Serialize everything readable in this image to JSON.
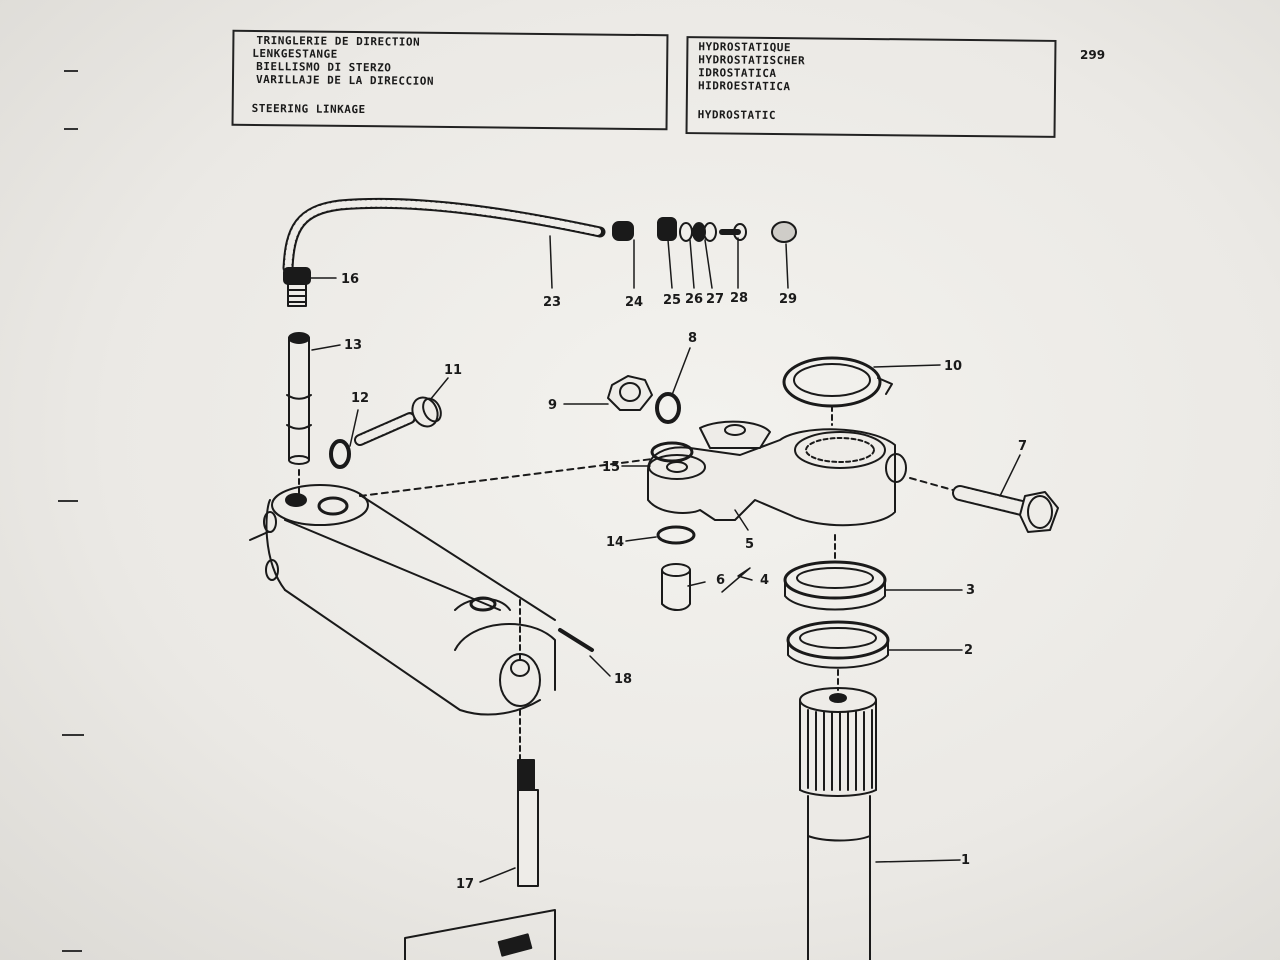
{
  "header": {
    "left_box": {
      "lines": [
        "TRINGLERIE DE DIRECTION",
        "LENKGESTANGE",
        "BIELLISMO DI STERZO",
        "VARILLAJE DE LA DIRECCION"
      ],
      "english": "STEERING LINKAGE"
    },
    "right_box": {
      "lines": [
        "HYDROSTATIQUE",
        "HYDROSTATISCHER",
        "IDROSTATICA",
        "HIDROESTATICA"
      ],
      "english": "HYDROSTATIC"
    },
    "page_number": "299"
  },
  "callouts": {
    "c1": "1",
    "c2": "2",
    "c3": "3",
    "c4": "4",
    "c5": "5",
    "c6": "6",
    "c7": "7",
    "c8": "8",
    "c9": "9",
    "c10": "10",
    "c11": "11",
    "c12": "12",
    "c13": "13",
    "c14": "14",
    "c15": "15",
    "c16": "16",
    "c17": "17",
    "c18": "18",
    "c23": "23",
    "c24": "24",
    "c25": "25",
    "c26": "26",
    "c27": "27",
    "c28": "28",
    "c29": "29"
  }
}
